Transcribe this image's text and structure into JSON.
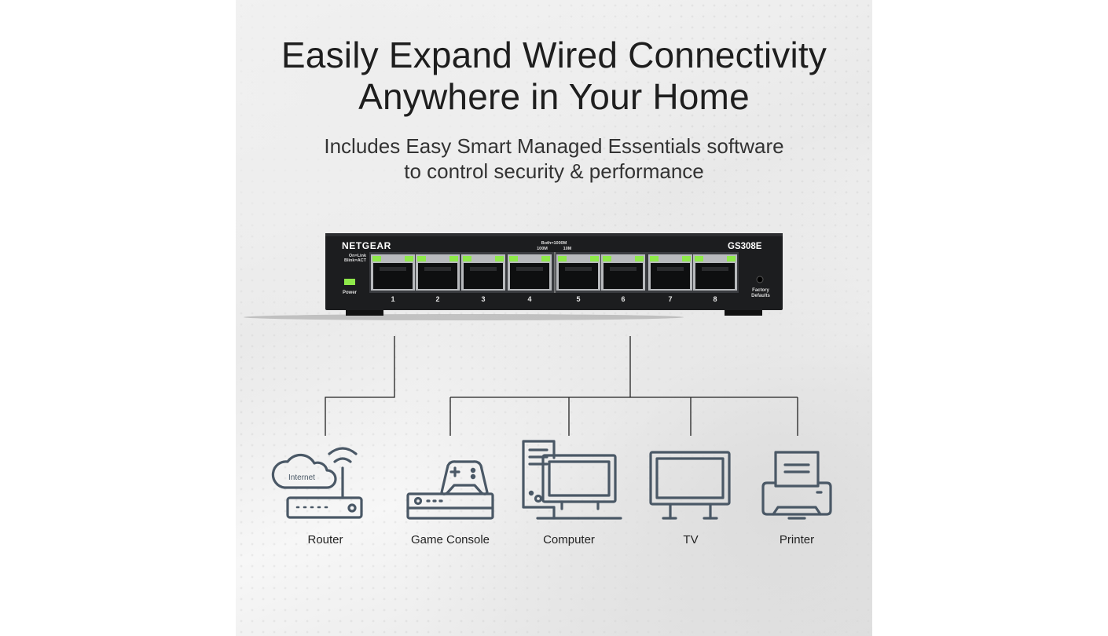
{
  "headline": {
    "line1": "Easily Expand Wired Connectivity",
    "line2": "Anywhere in Your Home"
  },
  "subheadline": {
    "line1": "Includes Easy Smart Managed Essentials software",
    "line2": "to control security & performance"
  },
  "switch": {
    "brand": "NETGEAR",
    "model": "GS308E",
    "led_legend_line1": "On=Link",
    "led_legend_line2": "Blink=ACT",
    "speed_legend_line1": "Both=1000M",
    "speed_legend_left": "100M",
    "speed_legend_right": "10M",
    "power_label": "Power",
    "factory_line1": "Factory",
    "factory_line2": "Defaults",
    "ports": [
      "1",
      "2",
      "3",
      "4",
      "5",
      "6",
      "7",
      "8"
    ],
    "led_color": "#8ee84a",
    "body_color": "#1c1d1f"
  },
  "icons": {
    "internet_cloud_label": "Internet"
  },
  "devices": [
    {
      "label": "Router",
      "icon": "router-icon"
    },
    {
      "label": "Game Console",
      "icon": "game-console-icon"
    },
    {
      "label": "Computer",
      "icon": "computer-icon"
    },
    {
      "label": "TV",
      "icon": "tv-icon"
    },
    {
      "label": "Printer",
      "icon": "printer-icon"
    }
  ],
  "colors": {
    "icon_stroke": "#4a5866",
    "connector_line": "#222222"
  }
}
